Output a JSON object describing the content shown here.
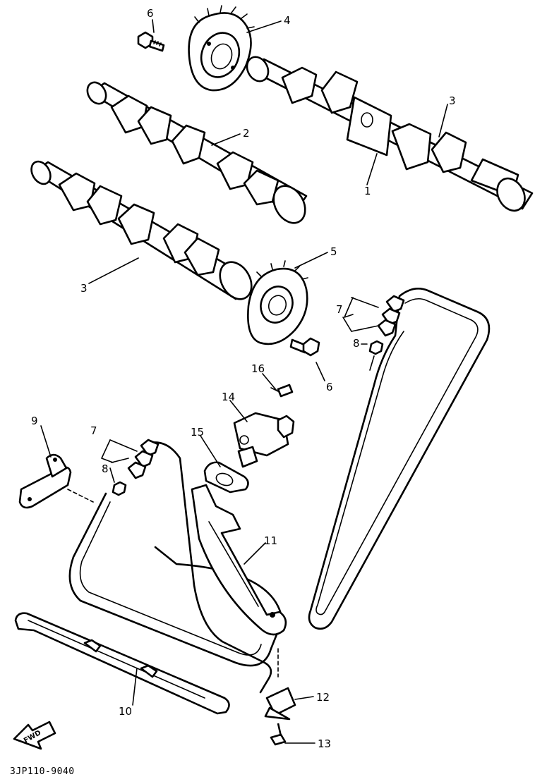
{
  "diagram": {
    "callouts": {
      "c1": "1",
      "c2": "2",
      "c3a": "3",
      "c3b": "3",
      "c4": "4",
      "c5": "5",
      "c6a": "6",
      "c6b": "6",
      "c7a": "7",
      "c7b": "7",
      "c8a": "8",
      "c8b": "8",
      "c9": "9",
      "c10": "10",
      "c11": "11",
      "c12": "12",
      "c13": "13",
      "c14": "14",
      "c15": "15",
      "c16": "16"
    },
    "fwd_label": "FWD",
    "figure_code": "3JP110-9040"
  }
}
